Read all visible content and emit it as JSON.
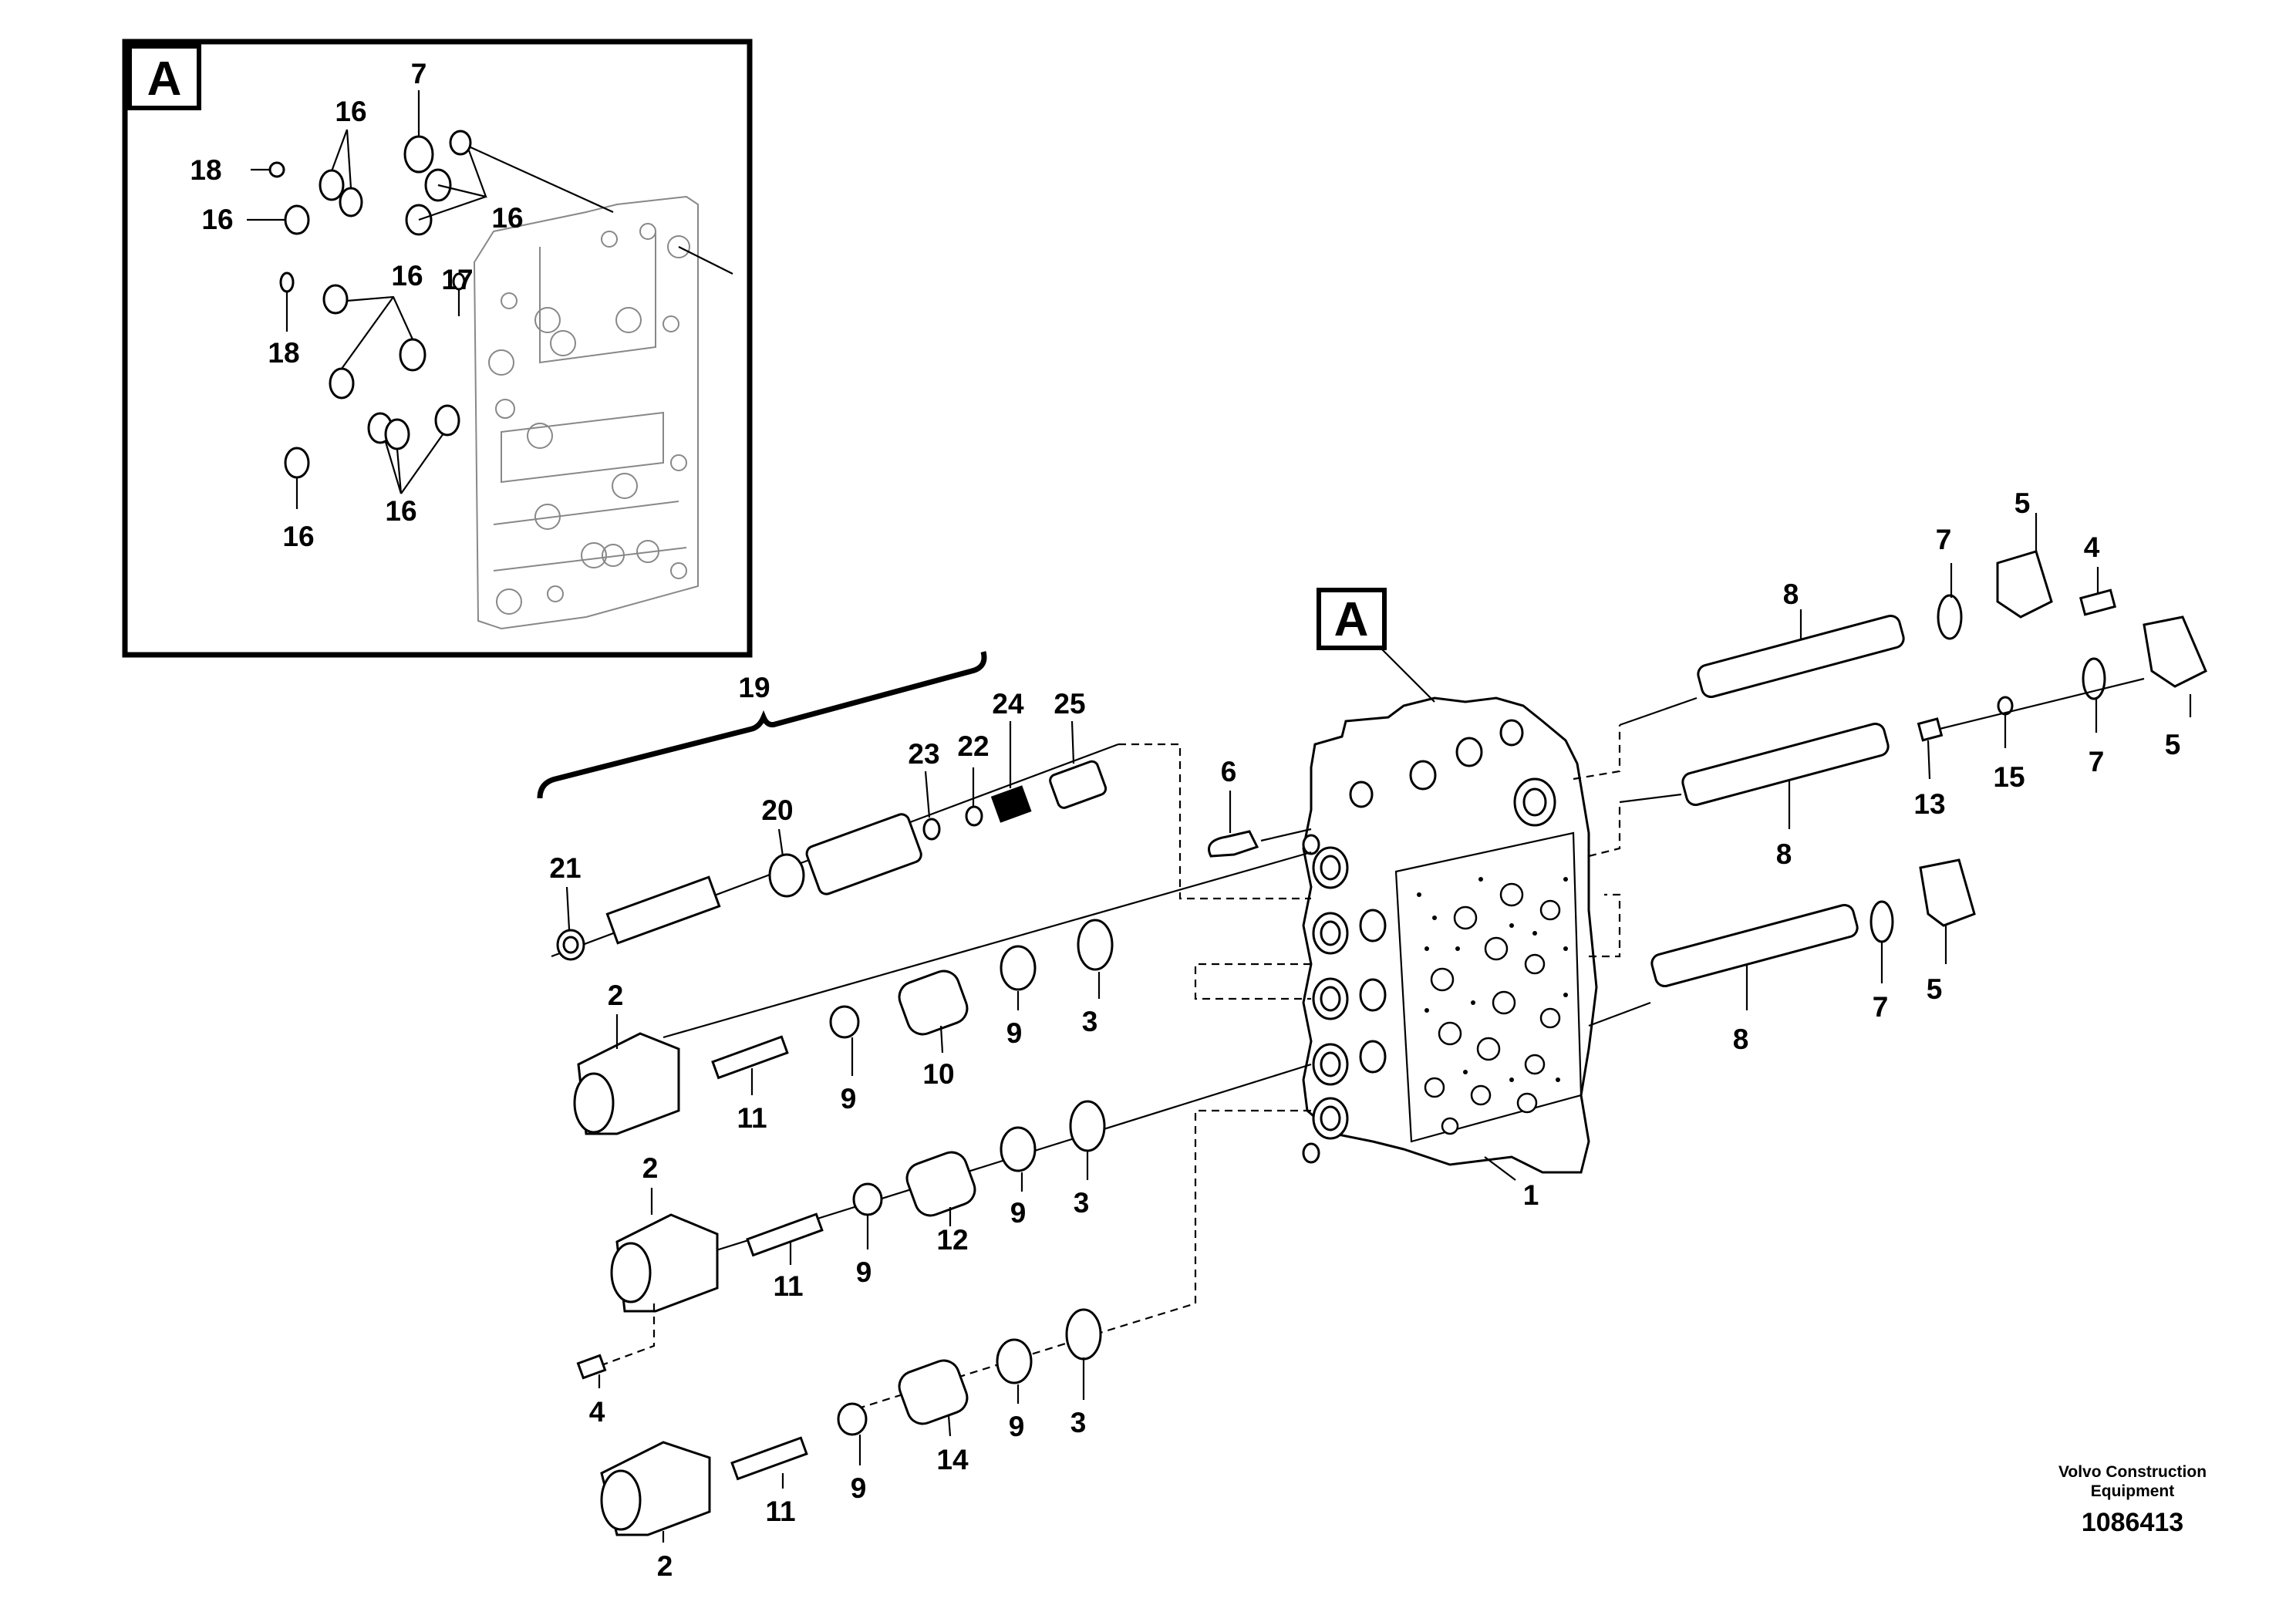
{
  "inset": {
    "tag": "A",
    "labels": [
      "7",
      "16",
      "18",
      "16",
      "16",
      "16",
      "17",
      "18",
      "16",
      "16"
    ]
  },
  "main_tag": "A",
  "callouts": [
    "19",
    "24",
    "25",
    "23",
    "22",
    "20",
    "21",
    "6",
    "2",
    "11",
    "9",
    "10",
    "9",
    "3",
    "2",
    "11",
    "9",
    "12",
    "9",
    "3",
    "4",
    "2",
    "11",
    "9",
    "14",
    "9",
    "3",
    "1",
    "5",
    "7",
    "4",
    "8",
    "5",
    "7",
    "15",
    "13",
    "8",
    "5",
    "7",
    "8"
  ],
  "credit": {
    "company_line1": "Volvo Construction",
    "company_line2": "Equipment",
    "document_number": "1086413"
  }
}
